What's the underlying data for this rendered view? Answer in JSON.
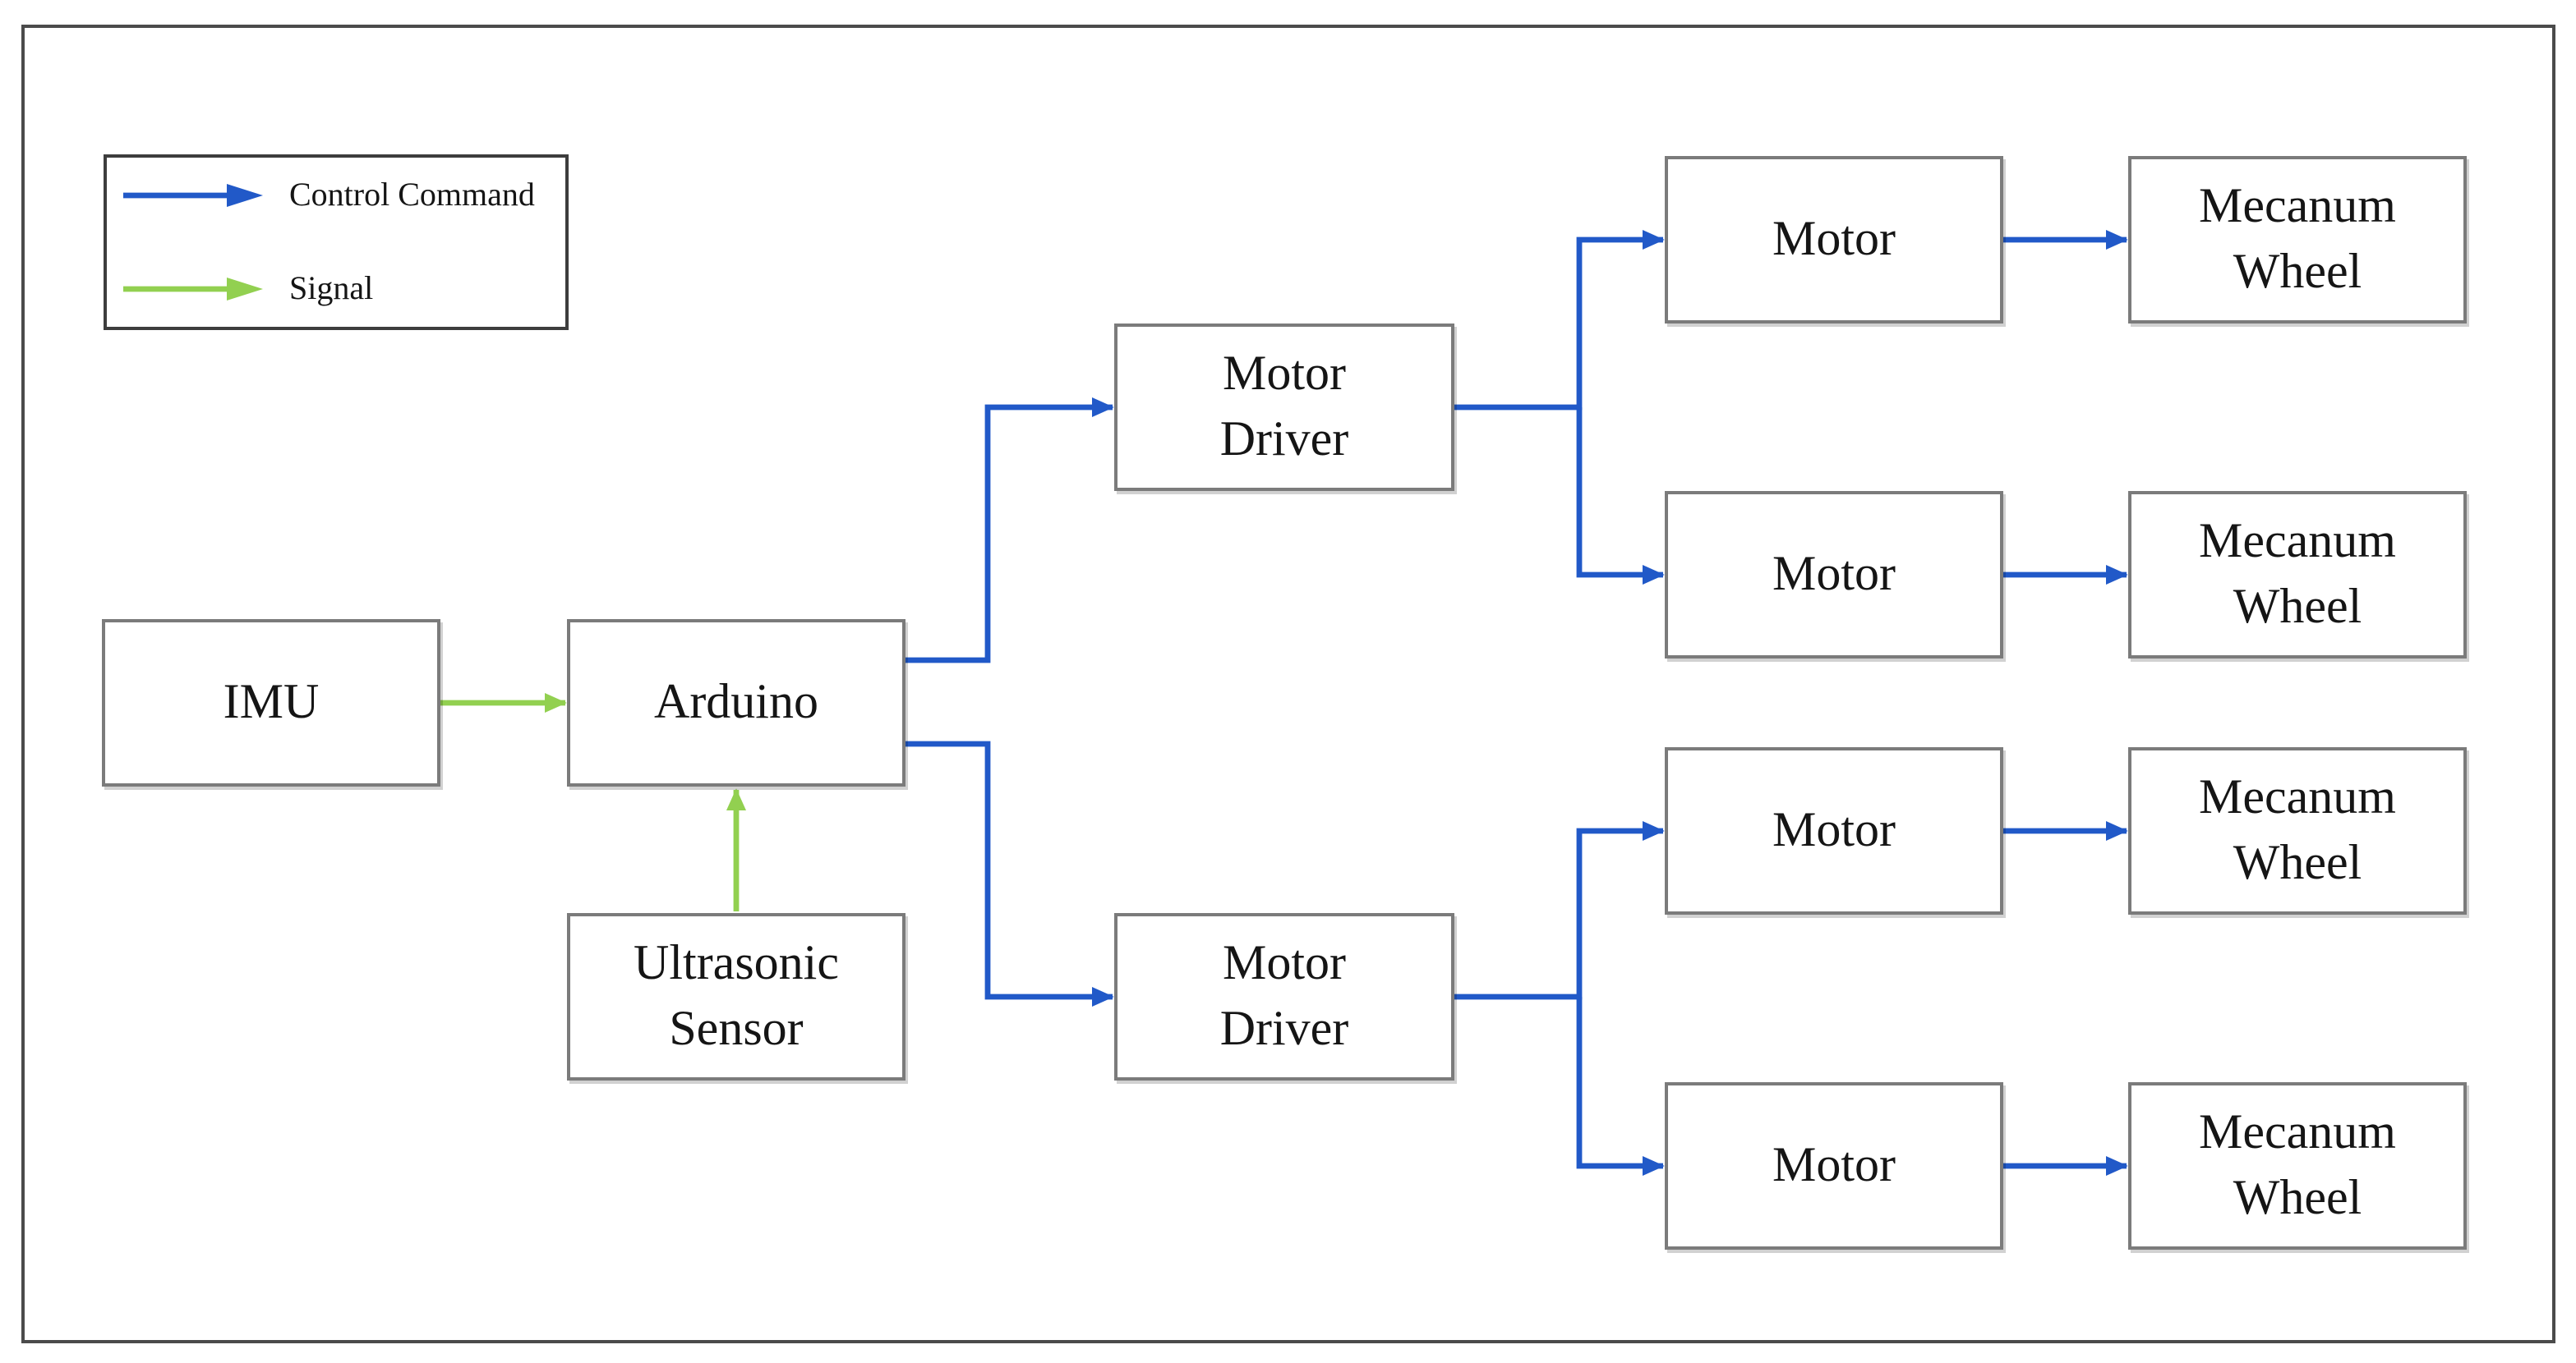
{
  "colors": {
    "control_command": "#2159C8",
    "signal": "#92D050",
    "node_border": "#7B7B7B",
    "legend_border": "#3D3D3D",
    "frame_border": "#4B4B4B",
    "text": "#151515"
  },
  "legend": {
    "items": [
      {
        "label": "Control Command",
        "type": "control_command"
      },
      {
        "label": "Signal",
        "type": "signal"
      }
    ]
  },
  "nodes": {
    "imu": {
      "label": "IMU"
    },
    "arduino": {
      "label": "Arduino"
    },
    "ultrasonic_sensor": {
      "label": "Ultrasonic\nSensor"
    },
    "motor_driver_1": {
      "label": "Motor\nDriver"
    },
    "motor_driver_2": {
      "label": "Motor\nDriver"
    },
    "motor_1": {
      "label": "Motor"
    },
    "motor_2": {
      "label": "Motor"
    },
    "motor_3": {
      "label": "Motor"
    },
    "motor_4": {
      "label": "Motor"
    },
    "mecanum_wheel_1": {
      "label": "Mecanum\nWheel"
    },
    "mecanum_wheel_2": {
      "label": "Mecanum\nWheel"
    },
    "mecanum_wheel_3": {
      "label": "Mecanum\nWheel"
    },
    "mecanum_wheel_4": {
      "label": "Mecanum\nWheel"
    }
  },
  "edges": [
    {
      "from": "imu",
      "to": "arduino",
      "type": "signal"
    },
    {
      "from": "ultrasonic_sensor",
      "to": "arduino",
      "type": "signal"
    },
    {
      "from": "arduino",
      "to": "motor_driver_1",
      "type": "control_command"
    },
    {
      "from": "arduino",
      "to": "motor_driver_2",
      "type": "control_command"
    },
    {
      "from": "motor_driver_1",
      "to": "motor_1",
      "type": "control_command"
    },
    {
      "from": "motor_driver_1",
      "to": "motor_2",
      "type": "control_command"
    },
    {
      "from": "motor_driver_2",
      "to": "motor_3",
      "type": "control_command"
    },
    {
      "from": "motor_driver_2",
      "to": "motor_4",
      "type": "control_command"
    },
    {
      "from": "motor_1",
      "to": "mecanum_wheel_1",
      "type": "control_command"
    },
    {
      "from": "motor_2",
      "to": "mecanum_wheel_2",
      "type": "control_command"
    },
    {
      "from": "motor_3",
      "to": "mecanum_wheel_3",
      "type": "control_command"
    },
    {
      "from": "motor_4",
      "to": "mecanum_wheel_4",
      "type": "control_command"
    }
  ]
}
